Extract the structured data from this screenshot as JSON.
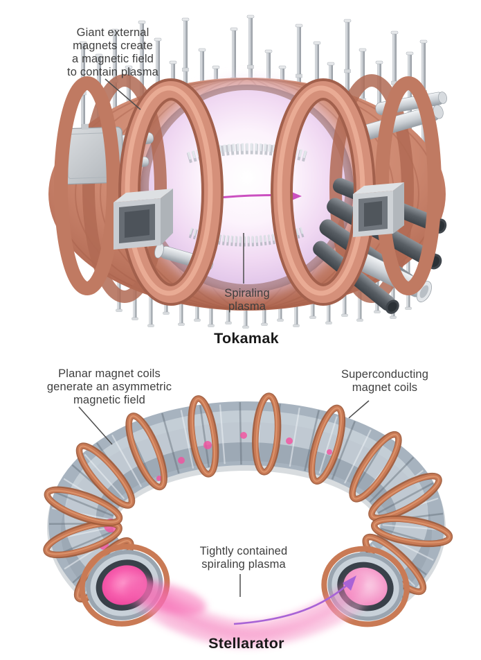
{
  "page": {
    "background": "#ffffff",
    "text_color": "#3e3e3e",
    "title_color": "#191919"
  },
  "tokamak": {
    "title": "Tokamak",
    "labels": {
      "magnets": "Giant external\nmagnets create\na magnetic field\nto contain plasma",
      "plasma": "Spiraling\nplasma"
    },
    "colors": {
      "copper": "#d5907a",
      "copper_dark": "#a2604c",
      "copper_light": "#eeb29b",
      "shell": "#cf8a74",
      "plasma_center": "#ffffff",
      "plasma_edge": "#dcc0e6",
      "arrow": "#cb4fc0",
      "steel": "#c9ced3",
      "pipe_dark": "#565c62"
    }
  },
  "stellarator": {
    "title": "Stellarator",
    "labels": {
      "planar": "Planar magnet coils\ngenerate an asymmetric\nmagnetic field",
      "superconducting": "Superconducting\nmagnet coils",
      "plasma": "Tightly contained\nspiraling plasma"
    },
    "colors": {
      "steel": "#a7b3bf",
      "steel_light": "#dce3ea",
      "steel_dark": "#5d6873",
      "copper": "#c97a55",
      "plasma_pink": "#f4509f",
      "plasma_pink_light": "#f9a8d2",
      "arrow": "#a863d6"
    }
  }
}
